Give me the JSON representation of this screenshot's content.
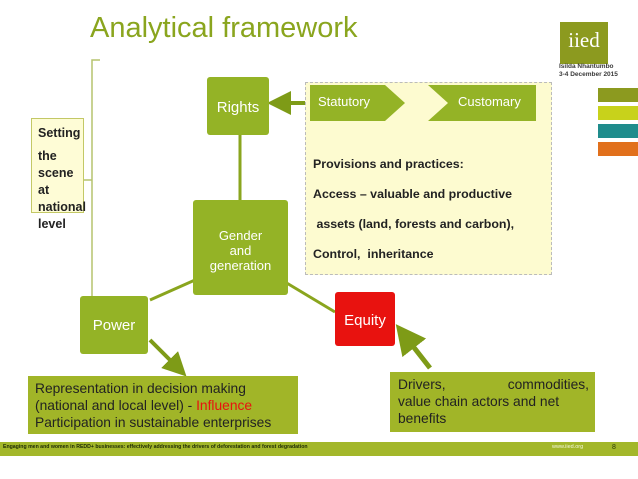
{
  "title": "Analytical framework",
  "logo_text": "iied",
  "author": {
    "name": "Isilda Nhantumbo",
    "date": "3-4 December 2015"
  },
  "nodes": {
    "rights": "Rights",
    "center": [
      "Gender",
      "and",
      "generation"
    ],
    "power": "Power",
    "equity": "Equity"
  },
  "arrows": {
    "statutory": "Statutory",
    "customary": "Customary"
  },
  "provisions": [
    "Provisions and practices:",
    "Access – valuable and productive",
    " assets (land, forests and carbon),",
    "Control,  inheritance"
  ],
  "setting_box": [
    "Setting",
    "the",
    "scene at",
    "national",
    "level"
  ],
  "representation_box": {
    "line1": "Representation in decision making",
    "line2_prefix": "(national and local level) - ",
    "line2_highlight": "Influence",
    "line3": "Participation in sustainable enterprises"
  },
  "drivers_box": [
    "Drivers,",
    "commodities,",
    "value chain actors and net",
    "benefits"
  ],
  "footer": {
    "left": "Engaging men and women in REDD+ businesses: effectively addressing the drivers of deforestation and forest degradation",
    "url": "www.iied.org",
    "page": "8"
  },
  "colors": {
    "brand_green": "#8aa51e",
    "node_green": "#94b326",
    "equity_red": "#e8120f",
    "influence_red": "#e8120f",
    "box_olive": "#a1b528",
    "arrow_green": "#7e9b17",
    "swatches": [
      "#8c9a1f",
      "#c8d21b",
      "#1f8c8c",
      "#e1701c"
    ]
  }
}
